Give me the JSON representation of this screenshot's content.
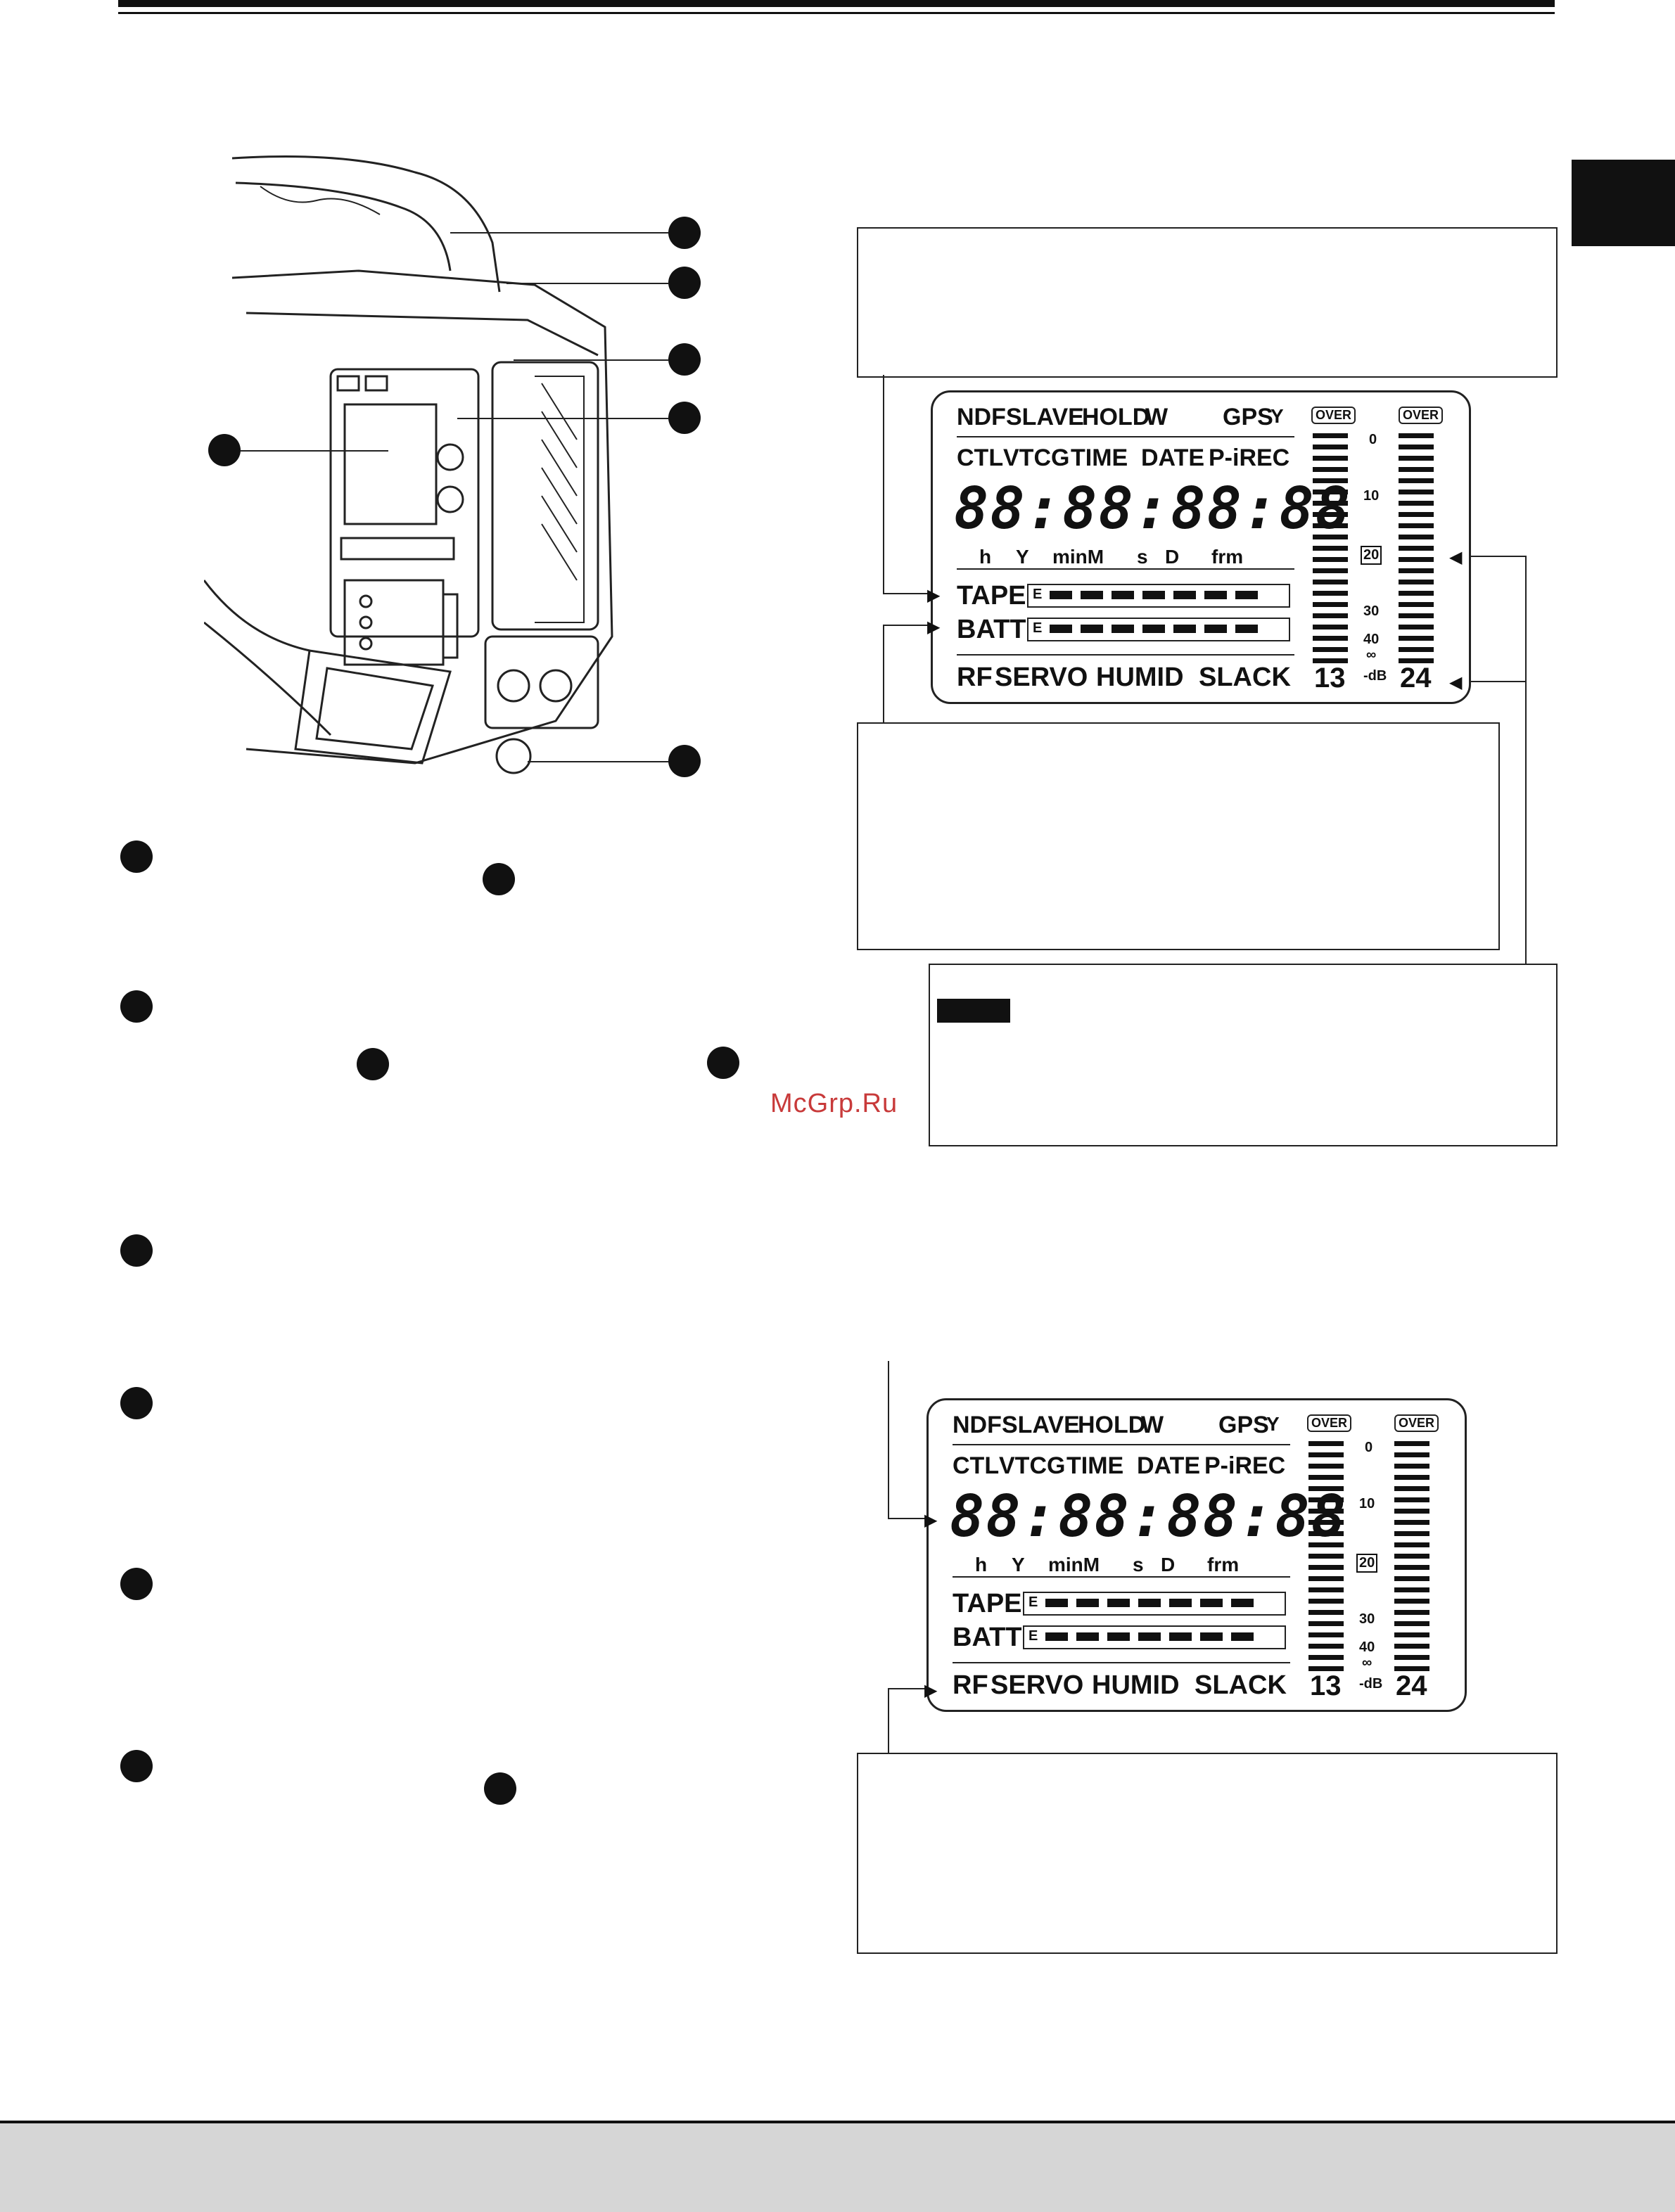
{
  "watermark": "McGrp.Ru",
  "lcd_panels": [
    {
      "row1": [
        "NDF",
        "SLAVE",
        "HOLD",
        "W"
      ],
      "gps": "GPS",
      "row2": [
        "CTL",
        "VTCG",
        "TIME",
        "DATE",
        "P-iREC"
      ],
      "counter": "88:88:88:88",
      "units": [
        "h",
        "Y",
        "minM",
        "s",
        "D",
        "frm"
      ],
      "tape_label": "TAPE",
      "batt_label": "BATT",
      "bar_marker": "E",
      "bottom_row": [
        "RF",
        "SERVO",
        "HUMID",
        "SLACK"
      ],
      "over_labels": [
        "OVER",
        "OVER"
      ],
      "scale": [
        "0",
        "10",
        "20",
        "30",
        "40",
        "∞",
        "-dB"
      ],
      "channels": [
        "13",
        "24"
      ]
    },
    {
      "row1": [
        "NDF",
        "SLAVE",
        "HOLD",
        "W"
      ],
      "gps": "GPS",
      "row2": [
        "CTL",
        "VTCG",
        "TIME",
        "DATE",
        "P-iREC"
      ],
      "counter": "88:88:88:88",
      "units": [
        "h",
        "Y",
        "minM",
        "s",
        "D",
        "frm"
      ],
      "tape_label": "TAPE",
      "batt_label": "BATT",
      "bar_marker": "E",
      "bottom_row": [
        "RF",
        "SERVO",
        "HUMID",
        "SLACK"
      ],
      "over_labels": [
        "OVER",
        "OVER"
      ],
      "scale": [
        "0",
        "10",
        "20",
        "30",
        "40",
        "∞",
        "-dB"
      ],
      "channels": [
        "13",
        "24"
      ]
    }
  ]
}
